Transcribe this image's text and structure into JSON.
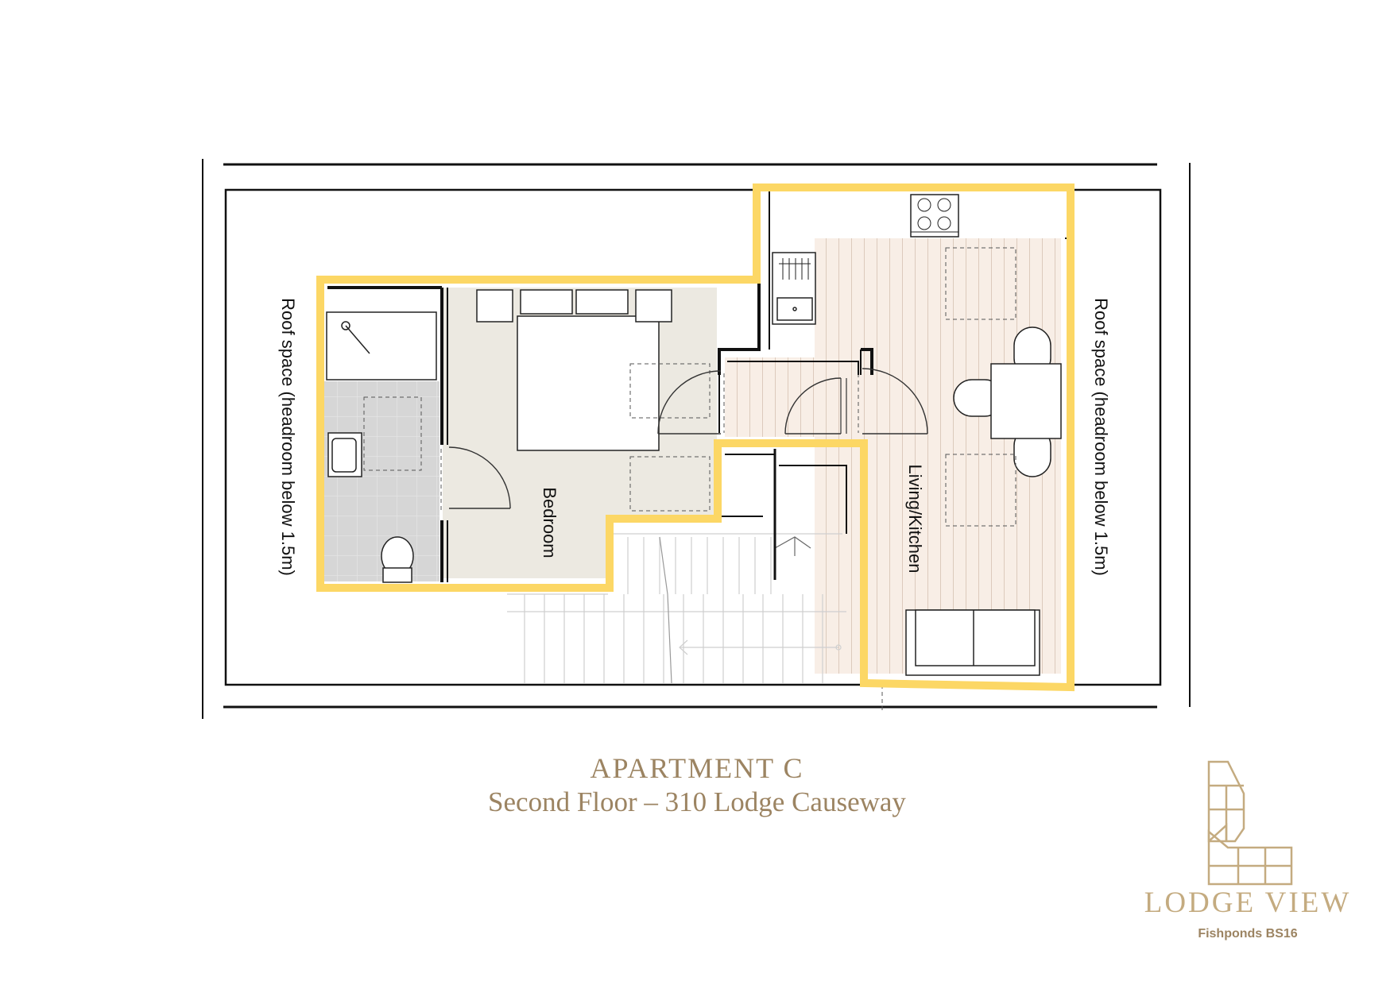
{
  "colors": {
    "highlight": "#fcd765",
    "wall": "#111111",
    "living_floor": "#f8eee6",
    "bedroom_floor": "#ece9e1",
    "bathroom_floor": "#d6d6d6",
    "caption": "#9c8462",
    "brand": "#c4ab80"
  },
  "plan": {
    "rooms": {
      "bedroom": "Bedroom",
      "living_kitchen": "Living/Kitchen",
      "roof_left": "Roof space (headroom below 1.5m)",
      "roof_right": "Roof space (headroom below 1.5m)"
    }
  },
  "caption": {
    "title": "APARTMENT C",
    "subtitle": "Second Floor – 310 Lodge Causeway"
  },
  "brand": {
    "name": "LODGE VIEW",
    "location": "Fishponds BS16",
    "logo_icon": "building-blocks-logo-icon"
  }
}
